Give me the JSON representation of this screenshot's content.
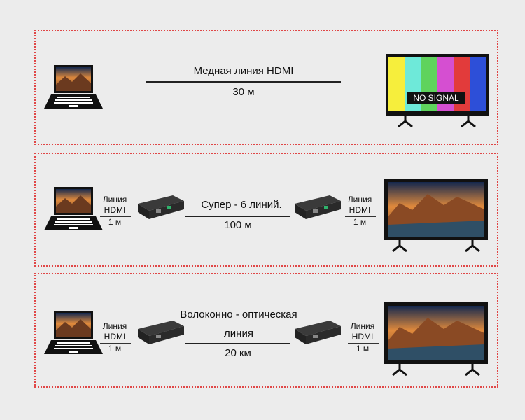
{
  "rows": [
    {
      "line_label": "Медная линия HDMI",
      "distance": "30 м",
      "no_signal": "NO SIGNAL"
    },
    {
      "left_cable": [
        "Линия",
        "HDMI",
        "1 м"
      ],
      "line_label": "Супер - 6 линий.",
      "distance": "100 м",
      "right_cable": [
        "Линия",
        "HDMI",
        "1 м"
      ]
    },
    {
      "left_cable": [
        "Линия",
        "HDMI",
        "1 м"
      ],
      "line_label_1": "Волоконно - оптическая",
      "line_label_2": "линия",
      "distance": "20 км",
      "right_cable": [
        "Линия",
        "HDMI",
        "1 м"
      ]
    }
  ],
  "colors": {
    "border": "#e04646",
    "background": "#ececec",
    "bars": [
      "#f6ee3c",
      "#6ee9d9",
      "#5fd35d",
      "#d54fd1",
      "#e23b3b",
      "#2d4fd8"
    ]
  }
}
